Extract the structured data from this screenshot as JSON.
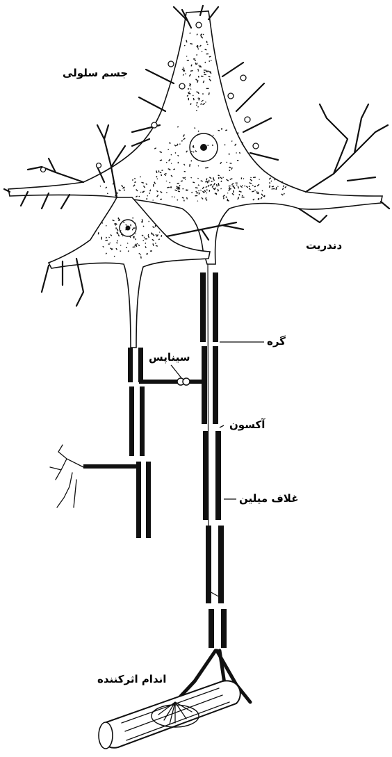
{
  "labels": {
    "cell_body": "جسم سلولی",
    "dendrite": "دندریت",
    "node": "گره",
    "synapse": "سیناپس",
    "axon": "آکسون",
    "myelin_sheath": "غلاف میلین",
    "effector_organ": "اندام اثرکننده"
  },
  "colors": {
    "ink": "#111111",
    "background": "#ffffff"
  }
}
